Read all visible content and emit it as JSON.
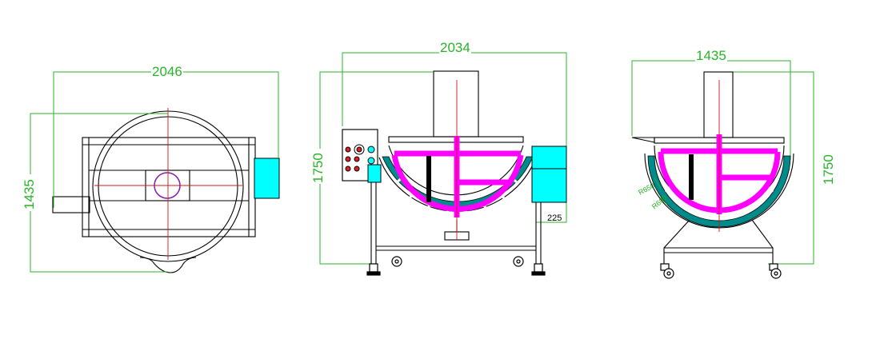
{
  "colors": {
    "outline": "#000000",
    "dimension": "#28b428",
    "centerline": "#d01818",
    "agitator": "#ff00ff",
    "motor": "#00ffff",
    "jacket": "#008b8b"
  },
  "views": {
    "top": {
      "width_dim": "2046",
      "depth_dim": "1435"
    },
    "front": {
      "width_dim": "2034",
      "height_dim": "1750",
      "motor_offset_dim": "225"
    },
    "side": {
      "width_dim": "1435",
      "height_dim": "1750",
      "radius_outer": "R650",
      "radius_inner": "R600"
    }
  }
}
